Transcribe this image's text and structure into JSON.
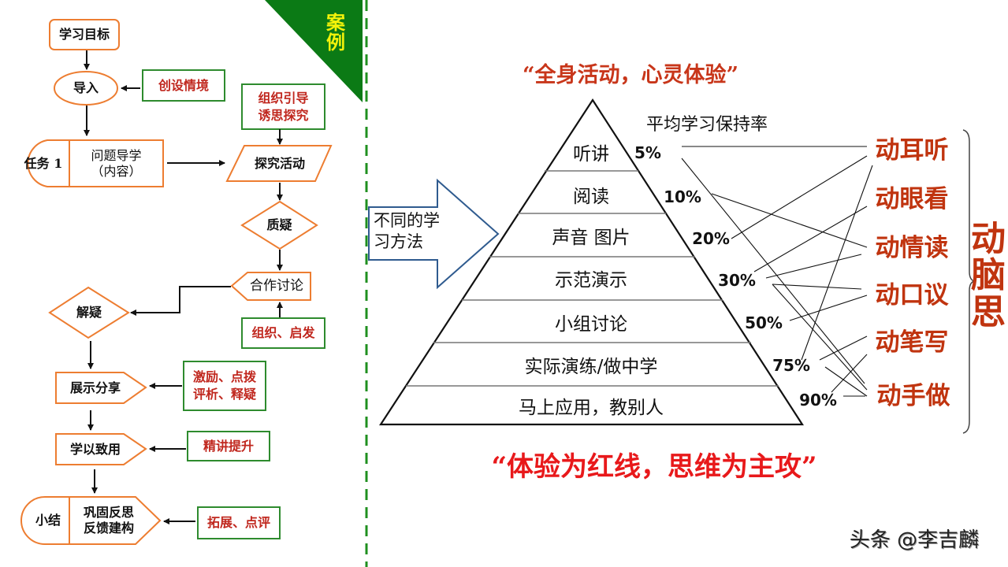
{
  "tag": {
    "line1": "案",
    "line2": "例",
    "bg_color": "#0b7a15",
    "text_color": "#f2f20a"
  },
  "flowchart": {
    "goal": "学习目标",
    "intro": "导入",
    "intro_note": "创设情境",
    "task_label": "任务 1",
    "task_content_line1": "问题导学",
    "task_content_line2": "（内容）",
    "guide_note_line1": "组织引导",
    "guide_note_line2": "诱思探究",
    "explore": "探究活动",
    "question": "质疑",
    "discuss": "合作讨论",
    "discuss_note": "组织、启发",
    "resolve": "解疑",
    "share": "展示分享",
    "share_note_line1": "激励、点拨",
    "share_note_line2": "评析、释疑",
    "apply": "学以致用",
    "apply_note": "精讲提升",
    "summary_label": "小结",
    "summary_line1": "巩固反思",
    "summary_line2": "反馈建构",
    "summary_note": "拓展、点评",
    "node_border_color": "#ed7d31",
    "note_border_color": "#2e8b2e",
    "note_text_color": "#c0271e"
  },
  "pyramid": {
    "title_quote": "“全身活动，心灵体验”",
    "subtitle": "平均学习保持率",
    "arrow_label_line1": "不同的学",
    "arrow_label_line2": "习方法",
    "layers": [
      {
        "label": "听讲",
        "rate": "5%"
      },
      {
        "label": "阅读",
        "rate": "10%"
      },
      {
        "label": "声音 图片",
        "rate": "20%"
      },
      {
        "label": "示范演示",
        "rate": "30%"
      },
      {
        "label": "小组讨论",
        "rate": "50%"
      },
      {
        "label": "实际演练/做中学",
        "rate": "75%"
      },
      {
        "label": "马上应用，教别人",
        "rate": "90%"
      }
    ],
    "activities": [
      "动耳听",
      "动眼看",
      "动情读",
      "动口议",
      "动笔写",
      "动手做"
    ],
    "brace_label_line1": "动",
    "brace_label_line2": "脑",
    "brace_label_line3": "思",
    "bottom_quote": "“体验为红线，思维为主攻”"
  },
  "chart_data": {
    "type": "table",
    "title": "平均学习保持率",
    "categories": [
      "听讲",
      "阅读",
      "声音 图片",
      "示范演示",
      "小组讨论",
      "实际演练/做中学",
      "马上应用，教别人"
    ],
    "values": [
      5,
      10,
      20,
      30,
      50,
      75,
      90
    ],
    "unit": "%",
    "mapped_activities": [
      "动耳听",
      "动眼看",
      "动情读",
      "动口议",
      "动笔写",
      "动手做"
    ],
    "group_label": "动脑思"
  },
  "watermark": "头条 @李吉麟"
}
